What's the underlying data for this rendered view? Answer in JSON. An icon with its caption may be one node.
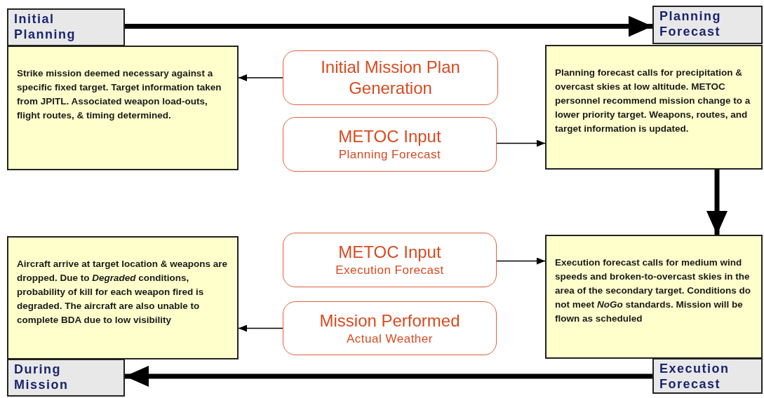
{
  "diagram": {
    "nodes": [
      {
        "text": [
          "Initial Planning"
        ]
      },
      {
        "text": [
          "Strike mission  deemed necessary against a specific fixed target.  Target information taken from JPITL.  Associated weapon load-outs, flight routes, & timing determined."
        ]
      },
      {
        "text": [
          "Initial Mission Plan Generation"
        ]
      },
      {
        "text": [
          "METOC Input",
          "Planning Forecast"
        ]
      },
      {
        "text": [
          "Planning Forecast"
        ]
      },
      {
        "text": [
          "Planning forecast calls for precipitation & overcast  skies at low altitude.  METOC personnel recommend mission change to a lower priority target.  Weapons, routes, and target information is updated."
        ]
      },
      {
        "text": [
          "METOC Input",
          "Execution Forecast"
        ]
      },
      {
        "text": [
          "Execution forecast calls for medium wind speeds and broken-to-overcast skies in the area of the secondary target.  Conditions do not meet *NoGo* standards.  Mission will be flown as scheduled"
        ]
      },
      {
        "text": [
          "Mission Performed",
          "Actual Weather"
        ]
      },
      {
        "text": [
          "Aircraft arrive at target location &  weapons are dropped.  Due to *Degraded* conditions, probability of kill for each  weapon fired is degraded.  The aircraft are also unable to complete BDA due to low visibility"
        ]
      },
      {
        "text": [
          "During Mission"
        ]
      },
      {
        "text": [
          "Execution Forecast"
        ]
      }
    ],
    "edges": [
      {
        "from": 0,
        "to": 4,
        "arrow": "to",
        "style": "thick"
      },
      {
        "from": 2,
        "to": 1,
        "arrow": "to"
      },
      {
        "from": 3,
        "to": 5,
        "arrow": "to"
      },
      {
        "from": 5,
        "to": 7,
        "arrow": "to",
        "style": "thick"
      },
      {
        "from": 6,
        "to": 7,
        "arrow": "to"
      },
      {
        "from": 8,
        "to": 9,
        "arrow": "to"
      },
      {
        "from": 11,
        "to": 10,
        "arrow": "to",
        "style": "thick"
      }
    ]
  }
}
